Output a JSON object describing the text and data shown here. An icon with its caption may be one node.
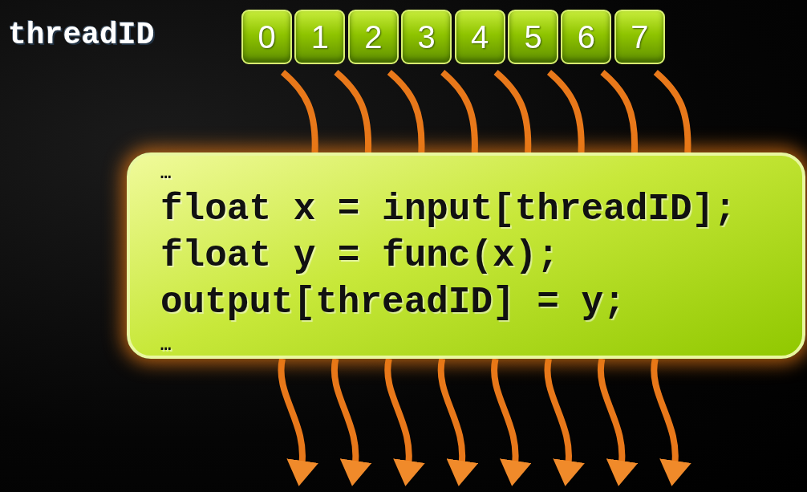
{
  "diagram": {
    "nodes": [
      {
        "text": [
          "0"
        ]
      },
      {
        "text": [
          "1"
        ]
      },
      {
        "text": [
          "2"
        ]
      },
      {
        "text": [
          "3"
        ]
      },
      {
        "text": [
          "4"
        ]
      },
      {
        "text": [
          "5"
        ]
      },
      {
        "text": [
          "6"
        ]
      },
      {
        "text": [
          "7"
        ]
      },
      {
        "text": [
          "…",
          "float x = input[threadID];",
          "float y = func(x);",
          "output[threadID] = y;",
          "…"
        ]
      }
    ],
    "edges": [
      {
        "from": 0,
        "to": 8,
        "arrow": "none"
      },
      {
        "from": 1,
        "to": 8,
        "arrow": "none"
      },
      {
        "from": 2,
        "to": 8,
        "arrow": "none"
      },
      {
        "from": 3,
        "to": 8,
        "arrow": "none"
      },
      {
        "from": 4,
        "to": 8,
        "arrow": "none"
      },
      {
        "from": 5,
        "to": 8,
        "arrow": "none"
      },
      {
        "from": 6,
        "to": 8,
        "arrow": "none"
      },
      {
        "from": 7,
        "to": 8,
        "arrow": "none"
      },
      {
        "from": 8,
        "to": null,
        "arrow": "to"
      },
      {
        "from": 8,
        "to": null,
        "arrow": "to"
      },
      {
        "from": 8,
        "to": null,
        "arrow": "to"
      },
      {
        "from": 8,
        "to": null,
        "arrow": "to"
      },
      {
        "from": 8,
        "to": null,
        "arrow": "to"
      },
      {
        "from": 8,
        "to": null,
        "arrow": "to"
      },
      {
        "from": 8,
        "to": null,
        "arrow": "to"
      },
      {
        "from": 8,
        "to": null,
        "arrow": "to"
      }
    ],
    "labels": [
      "threadID"
    ]
  }
}
